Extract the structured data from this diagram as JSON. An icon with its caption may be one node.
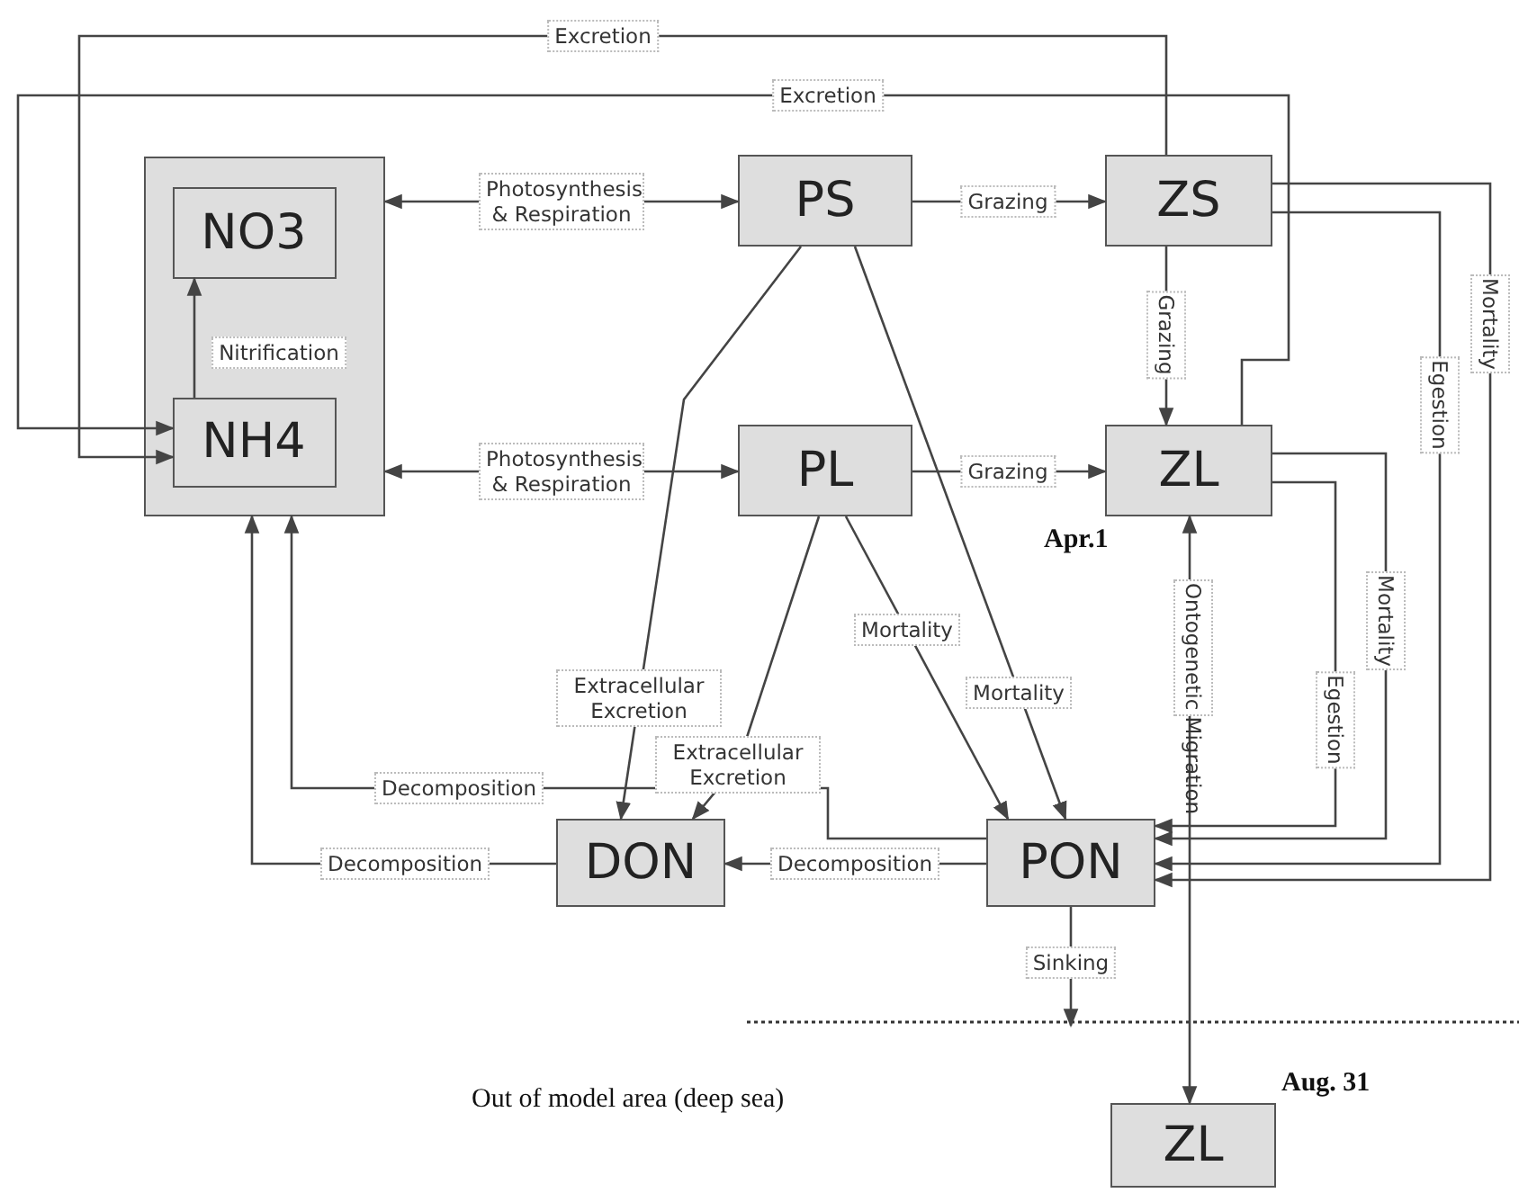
{
  "diagram": {
    "nodes": [
      {
        "text": [],
        "shape": "box"
      },
      {
        "text": [
          "NO3"
        ],
        "in": 0
      },
      {
        "text": [
          "NH4"
        ],
        "in": 0
      },
      {
        "text": [
          "PS"
        ]
      },
      {
        "text": [
          "ZS"
        ]
      },
      {
        "text": [
          "PL"
        ]
      },
      {
        "text": [
          "ZL"
        ]
      },
      {
        "text": [
          "DON"
        ]
      },
      {
        "text": [
          "PON"
        ]
      },
      {
        "text": [
          "ZL"
        ]
      }
    ],
    "edges": [
      {
        "from": 4,
        "to": 2,
        "arrow": "to",
        "label": "Excretion"
      },
      {
        "from": 6,
        "to": 2,
        "arrow": "to",
        "label": "Excretion"
      },
      {
        "from": 2,
        "to": 1,
        "arrow": "to",
        "label": "Nitrification"
      },
      {
        "from": 0,
        "to": 3,
        "arrow": "both",
        "label": "Photosynthesis & Respiration"
      },
      {
        "from": 3,
        "to": 4,
        "arrow": "to",
        "label": "Grazing"
      },
      {
        "from": 4,
        "to": 6,
        "arrow": "to",
        "label": "Grazing"
      },
      {
        "from": 4,
        "to": 8,
        "arrow": "to",
        "label": "Mortality"
      },
      {
        "from": 4,
        "to": 8,
        "arrow": "to",
        "label": "Egestion"
      },
      {
        "from": 0,
        "to": 5,
        "arrow": "both",
        "label": "Photosynthesis & Respiration"
      },
      {
        "from": 5,
        "to": 6,
        "arrow": "to",
        "label": "Grazing"
      },
      {
        "from": 6,
        "to": 8,
        "arrow": "to",
        "label": "Mortality"
      },
      {
        "from": 6,
        "to": 8,
        "arrow": "to",
        "label": "Egestion"
      },
      {
        "from": 3,
        "to": 7,
        "arrow": "to",
        "label": "Extracellular Excretion"
      },
      {
        "from": 5,
        "to": 7,
        "arrow": "to",
        "label": "Extracellular Excretion"
      },
      {
        "from": 5,
        "to": 8,
        "arrow": "to",
        "label": "Mortality"
      },
      {
        "from": 3,
        "to": 8,
        "arrow": "to",
        "label": "Mortality"
      },
      {
        "from": 9,
        "to": 6,
        "arrow": "both",
        "label": "Ontogenetic Migration"
      },
      {
        "from": 8,
        "to": 0,
        "arrow": "to",
        "label": "Decomposition"
      },
      {
        "from": 7,
        "to": 0,
        "arrow": "to",
        "label": "Decomposition"
      },
      {
        "from": 8,
        "to": 7,
        "arrow": "to",
        "label": "Decomposition"
      },
      {
        "from": 8,
        "to": null,
        "arrow": "to",
        "label": "Sinking"
      }
    ],
    "labels": [
      "Apr.1",
      "Aug. 31",
      "Out of model area (deep sea)"
    ]
  }
}
